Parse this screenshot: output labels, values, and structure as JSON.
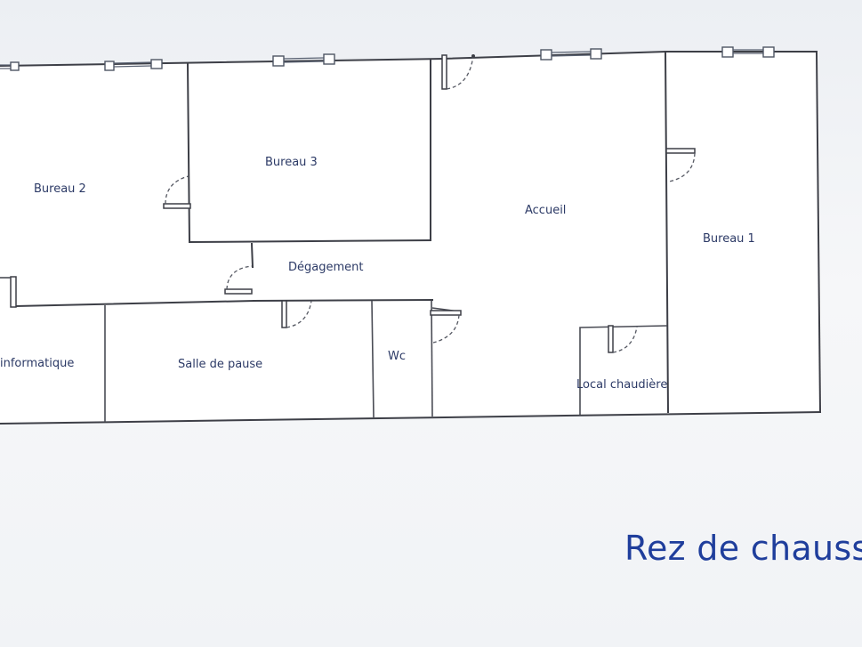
{
  "rooms": {
    "bureau_2": "Bureau 2",
    "bureau_3": "Bureau 3",
    "accueil": "Accueil",
    "bureau_1": "Bureau 1",
    "degagement": "Dégagement",
    "informatique": "informatique",
    "salle_de_pause": "Salle de pause",
    "wc": "Wc",
    "local_chaudiere": "Local chaudière"
  },
  "caption": "Rez de chauss",
  "colors": {
    "walls": "#3d3f47",
    "labels": "#2c3a66",
    "caption": "#1f3e9c",
    "background": "#f3f5f8"
  }
}
